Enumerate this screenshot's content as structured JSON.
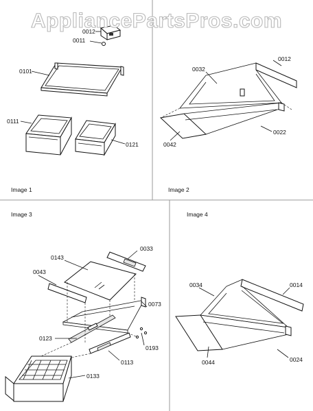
{
  "watermark": "AppliancePartsPros.com",
  "panels": [
    {
      "title": "Image 1"
    },
    {
      "title": "Image 2"
    },
    {
      "title": "Image 3"
    },
    {
      "title": "Image 4"
    }
  ],
  "callouts": {
    "p0012a": "0012",
    "p0011": "0011",
    "p0101": "0101",
    "p0111": "0111",
    "p0121": "0121",
    "p0012": "0012",
    "p0032": "0032",
    "p0042": "0042",
    "p0022": "0022",
    "p0033": "0033",
    "p0143": "0143",
    "p0043": "0043",
    "p0073": "0073",
    "p0123": "0123",
    "p0193": "0193",
    "p0113": "0113",
    "p0133": "0133",
    "p0034": "0034",
    "p0014": "0014",
    "p0044": "0044",
    "p0024": "0024"
  },
  "colors": {
    "line": "#111111",
    "divider": "#9a9a9a",
    "watermark": "#b9b9b9"
  }
}
